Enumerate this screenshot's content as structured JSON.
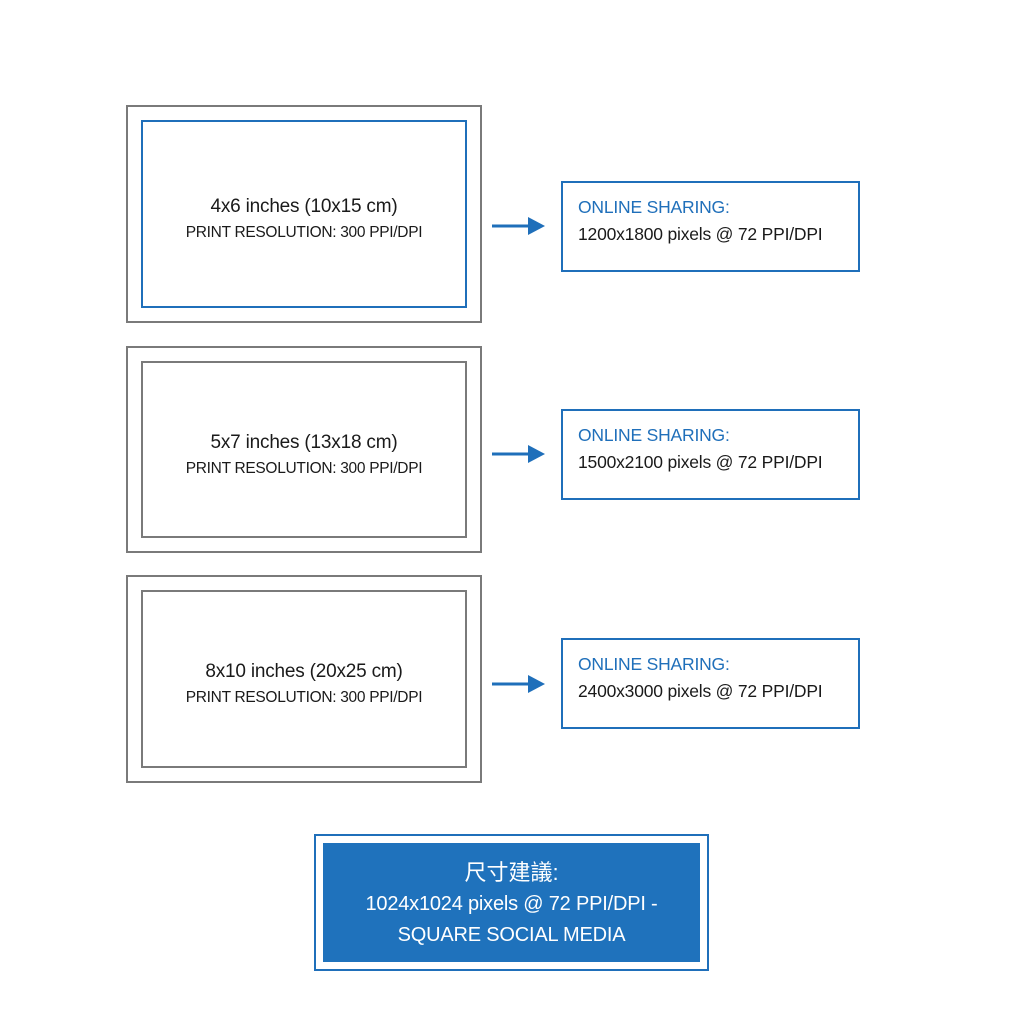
{
  "rows": [
    {
      "print_size": "4x6 inches (10x15 cm)",
      "print_resolution": "PRINT RESOLUTION: 300 PPI/DPI",
      "online_title": "ONLINE SHARING:",
      "online_value": "1200x1800 pixels @ 72 PPI/DPI",
      "highlighted": true
    },
    {
      "print_size": "5x7 inches (13x18 cm)",
      "print_resolution": "PRINT RESOLUTION: 300 PPI/DPI",
      "online_title": "ONLINE SHARING:",
      "online_value": "1500x2100 pixels @ 72 PPI/DPI",
      "highlighted": false
    },
    {
      "print_size": "8x10 inches (20x25 cm)",
      "print_resolution": "PRINT RESOLUTION: 300 PPI/DPI",
      "online_title": "ONLINE SHARING:",
      "online_value": "2400x3000 pixels @ 72 PPI/DPI",
      "highlighted": false
    }
  ],
  "square": {
    "title": "尺寸建議:",
    "line1": "1024x1024 pixels @ 72 PPI/DPI -",
    "line2": "SQUARE SOCIAL MEDIA"
  },
  "colors": {
    "accent": "#1f6fba",
    "frame": "#7a7a7a",
    "text": "#1a1a1a",
    "square_fill": "#1f72bc"
  },
  "icons": {
    "arrow": "arrow-right-icon"
  }
}
